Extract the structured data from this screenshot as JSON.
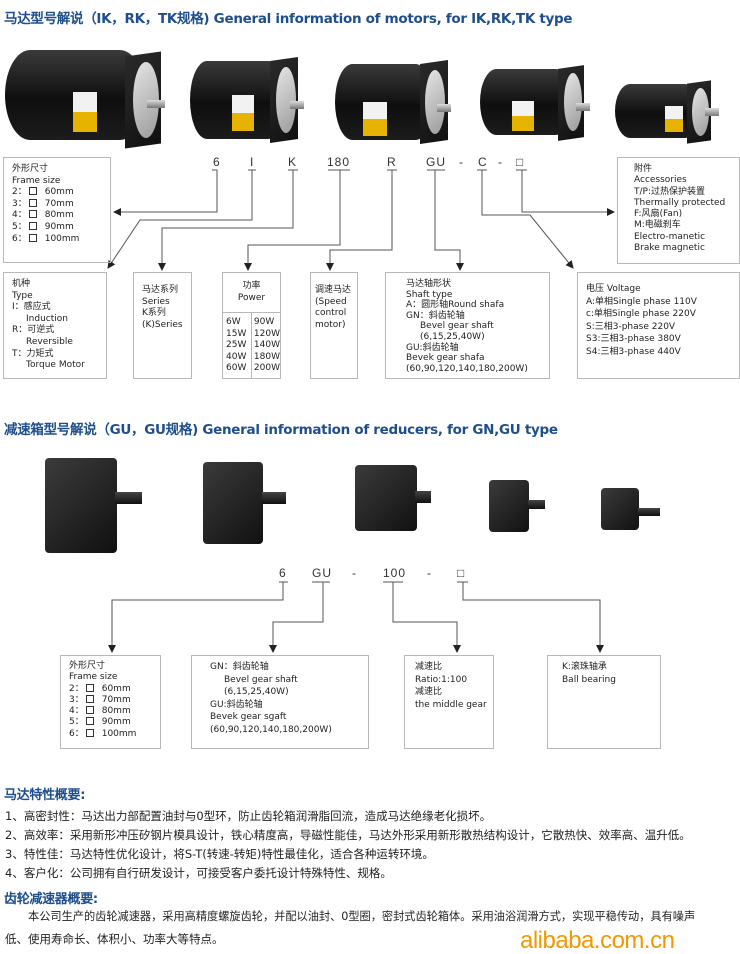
{
  "motors_section": {
    "title": "马达型号解说（IK，RK，TK规格) General information of motors, for IK,RK,TK type",
    "code_parts": [
      "6",
      "I",
      "K",
      "180",
      "R",
      "GU",
      "-",
      "C",
      "-",
      "□"
    ],
    "frame_size": {
      "title_cn": "外形尺寸",
      "title_en": "Frame size",
      "rows": [
        {
          "k": "2：",
          "v": "60mm"
        },
        {
          "k": "3：",
          "v": "70mm"
        },
        {
          "k": "4：",
          "v": "80mm"
        },
        {
          "k": "5：",
          "v": "90mm"
        },
        {
          "k": "6：",
          "v": "100mm"
        }
      ]
    },
    "type": {
      "title_cn": "机种",
      "title_en": "Type",
      "l1": "I：感应式",
      "l2": "Induction",
      "l3": "R：可逆式",
      "l4": "Reversible",
      "l5": "T：力矩式",
      "l6": "Torque Motor"
    },
    "series": {
      "l1": "马达系列",
      "l2": "Series",
      "l3": "K系列",
      "l4": "(K)Series"
    },
    "power": {
      "title_cn": "功率",
      "title_en": "Power",
      "left": [
        "6W",
        "15W",
        "25W",
        "40W",
        "60W"
      ],
      "right": [
        "90W",
        "120W",
        "140W",
        "180W",
        "200W"
      ]
    },
    "speed": {
      "l1": "调速马达",
      "l2": "(Speed",
      "l3": "control",
      "l4": "motor)"
    },
    "shaft": {
      "l1": "马达轴形状",
      "l2": "Shaft type",
      "l3": "A：圆形轴Round shafa",
      "l4": "GN：斜齿轮轴",
      "l5": "Bevel gear shaft",
      "l6": "(6,15,25,40W)",
      "l7": "GU:斜齿轮轴",
      "l8": "Bevek gear shafa",
      "l9": "(60,90,120,140,180,200W)"
    },
    "voltage": {
      "l1": "电压 Voltage",
      "l2": "A:单相Single phase 110V",
      "l3": "c:单相Single phase 220V",
      "l4": "S:三相3-phase 220V",
      "l5": "S3:三相3-phase 380V",
      "l6": "S4:三相3-phase 440V"
    },
    "accessories": {
      "l1": "附件",
      "l2": "Accessories",
      "l3": "T/P:过热保护装置",
      "l4": "Thermally protected",
      "l5": "F:风扇(Fan)",
      "l6": "M:电磁刹车",
      "l7": "Electro-manetic",
      "l8": "Brake magnetic"
    }
  },
  "reducers_section": {
    "title": "减速箱型号解说（GU，GU规格) General information of reducers, for GN,GU type",
    "code_parts": [
      "6",
      "GU",
      "-",
      "100",
      "-",
      "□"
    ],
    "frame_size": {
      "title_cn": "外形尺寸",
      "title_en": "Frame size",
      "rows": [
        {
          "k": "2：",
          "v": "60mm"
        },
        {
          "k": "3：",
          "v": "70mm"
        },
        {
          "k": "4：",
          "v": "80mm"
        },
        {
          "k": "5：",
          "v": "90mm"
        },
        {
          "k": "6：",
          "v": "100mm"
        }
      ]
    },
    "shaft": {
      "l1": "GN：斜齿轮轴",
      "l2": "Bevel gear shaft",
      "l3": "(6,15,25,40W)",
      "l4": "GU:斜齿轮轴",
      "l5": "Bevek gear sgaft",
      "l6": "(60,90,120,140,180,200W)"
    },
    "ratio": {
      "l1": "减速比",
      "l2": "Ratio:1:100",
      "l3": "减速比",
      "l4": "the middle gear"
    },
    "bearing": {
      "l1": "K:滚珠轴承",
      "l2": "Ball bearing"
    }
  },
  "motor_features": {
    "title": "马达特性概要:",
    "items": [
      "1、高密封性：马达出力部配置油封与0型环，防止齿轮箱润滑脂回流，造成马达绝缘老化损坏。",
      "2、高效率：采用新形冲压矽钢片模具设计，铁心精度高，导磁性能佳，马达外形采用新形散热结构设计，它散热快、效率高、温升低。",
      "3、特性佳：马达特性优化设计，将S-T(转速-转矩)特性最佳化，适合各种运转环境。",
      "4、客户化：公司拥有自行研发设计，可接受客户委托设计特殊特性、规格。"
    ]
  },
  "reducer_summary": {
    "title": "齿轮减速器概要:",
    "line1": "本公司生产的齿轮减速器，采用高精度螺旋齿轮，并配以油封、0型圈，密封式齿轮箱体。采用油浴润滑方式，实现平稳传动，具有噪声",
    "line2": "低、使用寿命长、体积小、功率大等特点。"
  },
  "watermark": "alibaba.com.cn",
  "colors": {
    "heading": "#1f4e8c",
    "watermark": "#f39800"
  }
}
